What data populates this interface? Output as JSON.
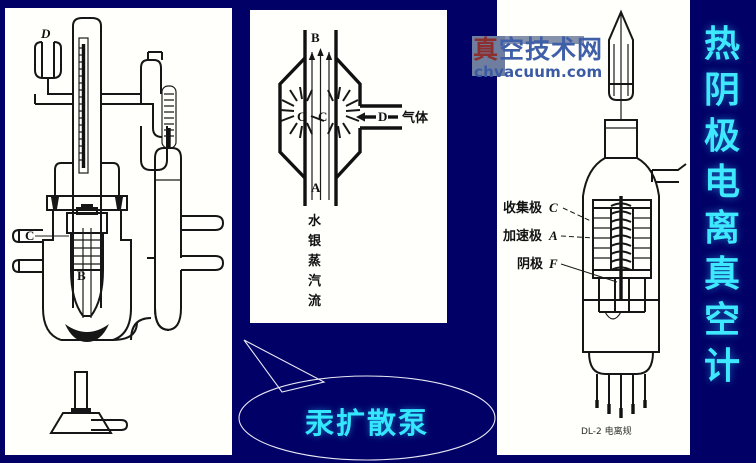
{
  "slide": {
    "background_color": "#000066",
    "title_vertical": "热阴极电离真空计",
    "title_chars": [
      "热",
      "阴",
      "极",
      "电",
      "离",
      "真",
      "空",
      "计"
    ],
    "title_color": "#3ee9ff"
  },
  "watermark": {
    "text_cn": "真空技术网",
    "first_char": "真",
    "rest_chars": "空技术网",
    "url": "chvacuum.com",
    "first_char_color": "#8c2f2f",
    "rest_color": "#3f5fa8",
    "url_color": "#3a5aa5",
    "box_color": "#6f7e9e"
  },
  "callout": {
    "label": "汞扩散泵",
    "shape": "ellipse-with-pointer-tail",
    "text_color": "#35e6ff",
    "outline_color": "#e8e8f5"
  },
  "panels": [
    {
      "id": "panel-left",
      "name": "mercury-diffusion-pump-apparatus",
      "caption": "",
      "labels": [
        {
          "text": "D",
          "style": "italic-bold"
        },
        {
          "text": "C",
          "style": "bold"
        },
        {
          "text": "B",
          "style": "bold"
        }
      ]
    },
    {
      "id": "panel-mid",
      "name": "diffusion-pump-schematic",
      "caption": "",
      "labels": [
        {
          "text": "B",
          "style": "bold"
        },
        {
          "text": "C",
          "style": "bold"
        },
        {
          "text": "C",
          "style": "bold"
        },
        {
          "text": "A",
          "style": "bold"
        },
        {
          "text": "D",
          "style": "bold"
        },
        {
          "text": "气体",
          "style": "cn"
        },
        {
          "text": "水银蒸汽流",
          "style": "cn-vertical"
        }
      ],
      "vertical_text_chars": [
        "水",
        "银",
        "蒸",
        "汽",
        "流"
      ],
      "gas_arrow_label": "气体",
      "gas_marker": "D"
    },
    {
      "id": "panel-right",
      "name": "dl2-ionization-gauge",
      "caption": "DL-2 电离规",
      "labels": [
        {
          "text": "收集极",
          "symbol": "C",
          "meaning": "collector-electrode"
        },
        {
          "text": "加速极",
          "symbol": "A",
          "meaning": "accelerating-electrode"
        },
        {
          "text": "阴极",
          "symbol": "F",
          "meaning": "cathode"
        }
      ]
    }
  ]
}
